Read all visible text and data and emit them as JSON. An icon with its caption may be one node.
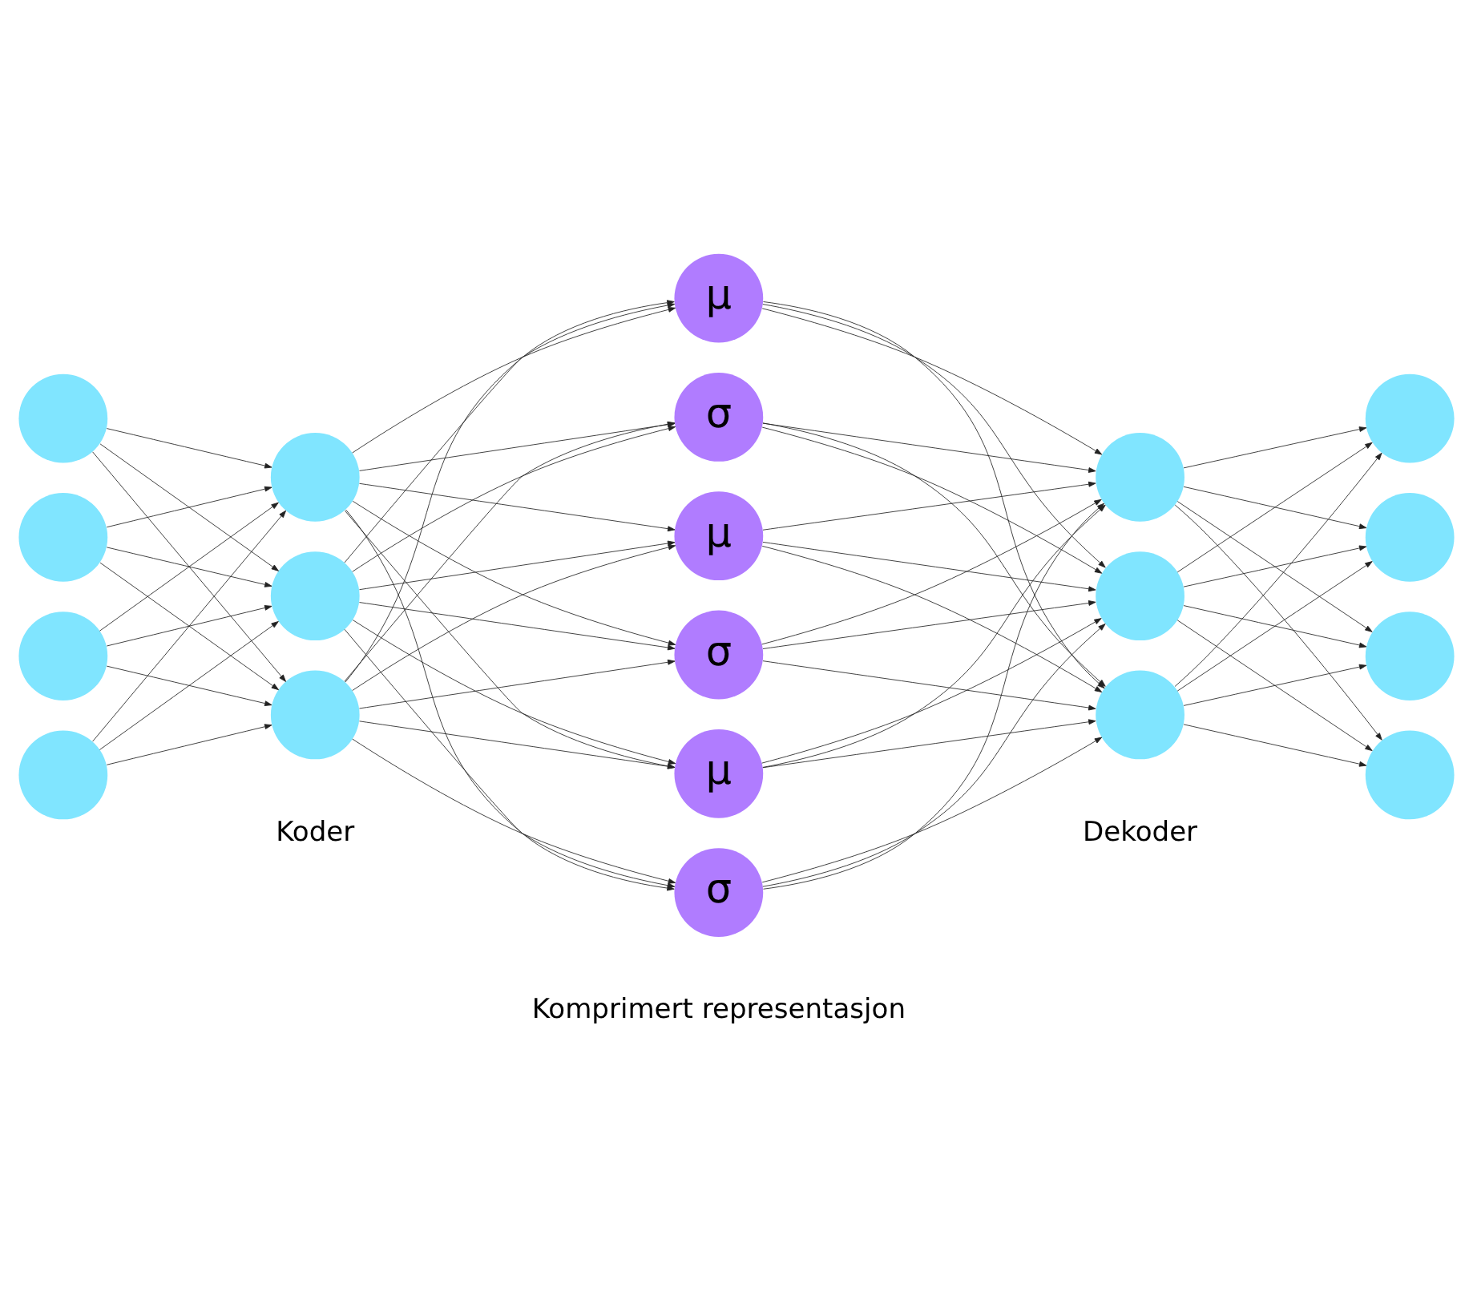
{
  "diagram": {
    "nodes": [
      {
        "text": [],
        "shape": "circle"
      },
      {
        "text": [],
        "shape": "circle"
      },
      {
        "text": [],
        "shape": "circle"
      },
      {
        "text": [],
        "shape": "circle"
      },
      {
        "text": [],
        "shape": "circle"
      },
      {
        "text": [],
        "shape": "circle"
      },
      {
        "text": [],
        "shape": "circle"
      },
      {
        "text": [
          "μ"
        ]
      },
      {
        "text": [
          "σ"
        ]
      },
      {
        "text": [
          "μ"
        ]
      },
      {
        "text": [
          "σ"
        ]
      },
      {
        "text": [
          "μ"
        ]
      },
      {
        "text": [
          "σ"
        ]
      },
      {
        "text": [],
        "shape": "circle"
      },
      {
        "text": [],
        "shape": "circle"
      },
      {
        "text": [],
        "shape": "circle"
      },
      {
        "text": [],
        "shape": "circle"
      },
      {
        "text": [],
        "shape": "circle"
      },
      {
        "text": [],
        "shape": "circle"
      },
      {
        "text": [],
        "shape": "circle"
      }
    ],
    "edges": [
      {
        "from": 0,
        "to": 4,
        "arrow": "to"
      },
      {
        "from": 0,
        "to": 5,
        "arrow": "to"
      },
      {
        "from": 0,
        "to": 6,
        "arrow": "to"
      },
      {
        "from": 1,
        "to": 4,
        "arrow": "to"
      },
      {
        "from": 1,
        "to": 5,
        "arrow": "to"
      },
      {
        "from": 1,
        "to": 6,
        "arrow": "to"
      },
      {
        "from": 2,
        "to": 4,
        "arrow": "to"
      },
      {
        "from": 2,
        "to": 5,
        "arrow": "to"
      },
      {
        "from": 2,
        "to": 6,
        "arrow": "to"
      },
      {
        "from": 3,
        "to": 4,
        "arrow": "to"
      },
      {
        "from": 3,
        "to": 5,
        "arrow": "to"
      },
      {
        "from": 3,
        "to": 6,
        "arrow": "to"
      },
      {
        "from": 4,
        "to": 7,
        "arrow": "to"
      },
      {
        "from": 4,
        "to": 8,
        "arrow": "to"
      },
      {
        "from": 4,
        "to": 9,
        "arrow": "to"
      },
      {
        "from": 4,
        "to": 10,
        "arrow": "to"
      },
      {
        "from": 4,
        "to": 11,
        "arrow": "to"
      },
      {
        "from": 4,
        "to": 12,
        "arrow": "to"
      },
      {
        "from": 5,
        "to": 7,
        "arrow": "to"
      },
      {
        "from": 5,
        "to": 8,
        "arrow": "to"
      },
      {
        "from": 5,
        "to": 9,
        "arrow": "to"
      },
      {
        "from": 5,
        "to": 10,
        "arrow": "to"
      },
      {
        "from": 5,
        "to": 11,
        "arrow": "to"
      },
      {
        "from": 5,
        "to": 12,
        "arrow": "to"
      },
      {
        "from": 6,
        "to": 7,
        "arrow": "to"
      },
      {
        "from": 6,
        "to": 8,
        "arrow": "to"
      },
      {
        "from": 6,
        "to": 9,
        "arrow": "to"
      },
      {
        "from": 6,
        "to": 10,
        "arrow": "to"
      },
      {
        "from": 6,
        "to": 11,
        "arrow": "to"
      },
      {
        "from": 6,
        "to": 12,
        "arrow": "to"
      },
      {
        "from": 7,
        "to": 13,
        "arrow": "to"
      },
      {
        "from": 7,
        "to": 14,
        "arrow": "to"
      },
      {
        "from": 7,
        "to": 15,
        "arrow": "to"
      },
      {
        "from": 8,
        "to": 13,
        "arrow": "to"
      },
      {
        "from": 8,
        "to": 14,
        "arrow": "to"
      },
      {
        "from": 8,
        "to": 15,
        "arrow": "to"
      },
      {
        "from": 9,
        "to": 13,
        "arrow": "to"
      },
      {
        "from": 9,
        "to": 14,
        "arrow": "to"
      },
      {
        "from": 9,
        "to": 15,
        "arrow": "to"
      },
      {
        "from": 10,
        "to": 13,
        "arrow": "to"
      },
      {
        "from": 10,
        "to": 14,
        "arrow": "to"
      },
      {
        "from": 10,
        "to": 15,
        "arrow": "to"
      },
      {
        "from": 11,
        "to": 13,
        "arrow": "to"
      },
      {
        "from": 11,
        "to": 14,
        "arrow": "to"
      },
      {
        "from": 11,
        "to": 15,
        "arrow": "to"
      },
      {
        "from": 12,
        "to": 13,
        "arrow": "to"
      },
      {
        "from": 12,
        "to": 14,
        "arrow": "to"
      },
      {
        "from": 12,
        "to": 15,
        "arrow": "to"
      },
      {
        "from": 13,
        "to": 16,
        "arrow": "to"
      },
      {
        "from": 13,
        "to": 17,
        "arrow": "to"
      },
      {
        "from": 13,
        "to": 18,
        "arrow": "to"
      },
      {
        "from": 13,
        "to": 19,
        "arrow": "to"
      },
      {
        "from": 14,
        "to": 16,
        "arrow": "to"
      },
      {
        "from": 14,
        "to": 17,
        "arrow": "to"
      },
      {
        "from": 14,
        "to": 18,
        "arrow": "to"
      },
      {
        "from": 14,
        "to": 19,
        "arrow": "to"
      },
      {
        "from": 15,
        "to": 16,
        "arrow": "to"
      },
      {
        "from": 15,
        "to": 17,
        "arrow": "to"
      },
      {
        "from": 15,
        "to": 18,
        "arrow": "to"
      },
      {
        "from": 15,
        "to": 19,
        "arrow": "to"
      }
    ],
    "labels": [
      "Koder",
      "Dekoder",
      "Komprimert representasjon"
    ]
  }
}
